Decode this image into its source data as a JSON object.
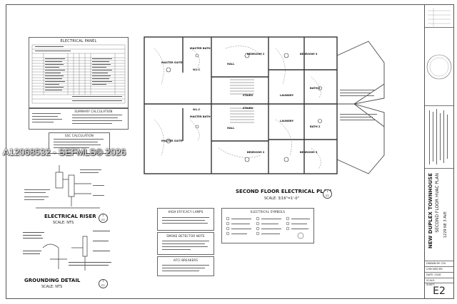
{
  "watermark": "A12068532 - SEFMLS© 2026",
  "drawing": {
    "plan_title": "SECOND FLOOR ELECTRICAL PLAN",
    "plan_scale": "SCALE: 3/16\"=1'-0\"",
    "plan_ref": {
      "num": "1",
      "sheet": "E2"
    },
    "rooms_top": [
      "MASTER SUITE",
      "MASTER BATH",
      "HALL",
      "BEDROOM 2",
      "BEDROOM 3",
      "STAIRS",
      "LAUNDRY",
      "BATH 2",
      "W.I.C"
    ],
    "rooms_bottom": [
      "MASTER SUITE",
      "MASTER BATH",
      "HALL",
      "BEDROOM 2",
      "BEDROOM 3",
      "STAIRS",
      "LAUNDRY",
      "BATH 2",
      "W.I.C"
    ]
  },
  "panels": {
    "electrical_panel": "ELECTRICAL PANEL",
    "load_calc": "SUMMARY CALCULATION",
    "ssc": "SSC CALCULATION",
    "high_efficacy": "HIGH EFFICACY LAMPS",
    "smoke_detector": "SMOKE DETECTOR NOTE",
    "afci": "AFCI BREAKERS",
    "symbols": "ELECTRICAL SYMBOLS"
  },
  "details": {
    "riser_title": "ELECTRICAL RISER",
    "riser_scale": "SCALE: NTS",
    "riser_ref": {
      "num": "2",
      "sheet": "E2"
    },
    "grounding_title": "GROUNDING DETAIL",
    "grounding_scale": "SCALE: NTS",
    "grounding_ref": {
      "num": "3",
      "sheet": "E2"
    }
  },
  "titleblock": {
    "project": "NEW DUPLEX TOWNHOUSE",
    "sheet_desc": "SECOND FLOOR HVAC PLAN",
    "address": "1229 NE 3 AVE",
    "drawn_by": "DRAWN BY: CFA",
    "checked_by": "CHECKED BY:",
    "date": "DATE: 2026",
    "scale": "SCALE:",
    "sheet_label": "SHEET:",
    "sheet": "E2"
  }
}
